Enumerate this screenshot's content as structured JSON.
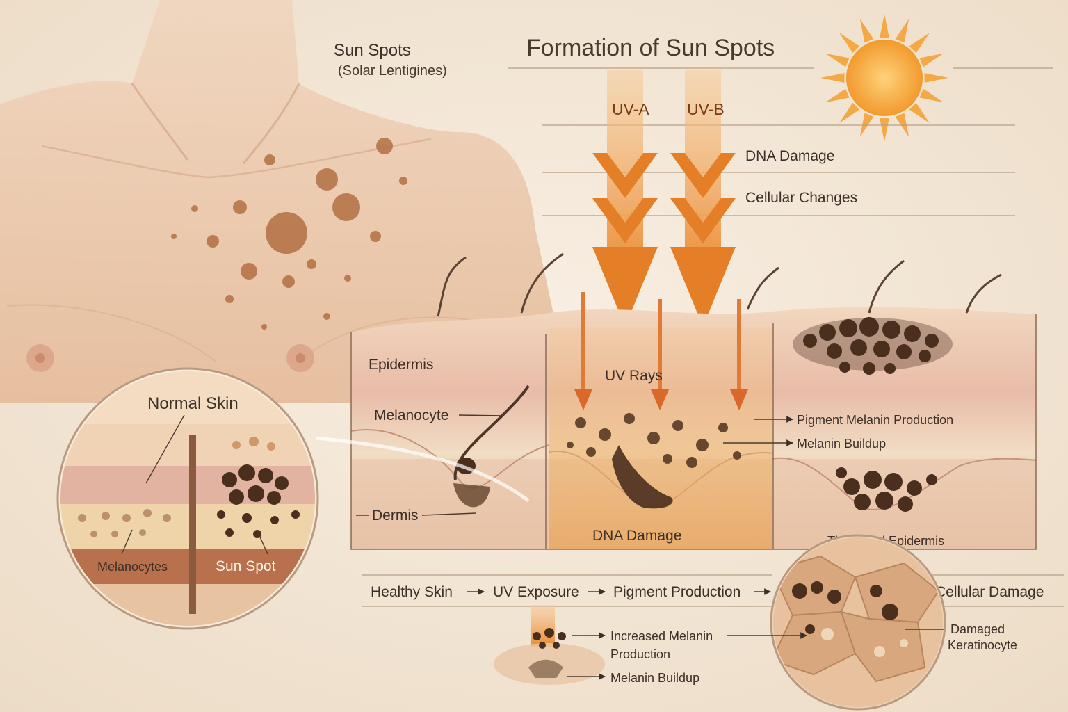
{
  "torso": {
    "title": "Sun Spots",
    "subtitle": "(Solar Lentigines)"
  },
  "main_title": "Formation of Sun Spots",
  "uv": {
    "uva_label": "UV-A",
    "uvb_label": "UV-B",
    "step_dna_damage": "DNA Damage",
    "step_cellular_changes": "Cellular Changes"
  },
  "cross_section": {
    "epidermis": "Epidermis",
    "melanocyte": "Melanocyte",
    "dermis": "Dermis",
    "uv_rays": "UV Rays",
    "dna_damage": "DNA Damage",
    "pigment_melanin_production": "Pigment Melanin Production",
    "melanin_buildup": "Melanin Buildup",
    "thickened_epidermis": "Thickened Epidermis"
  },
  "inset_normal": {
    "title": "Normal Skin",
    "melanocytes": "Melanocytes",
    "sun_spot": "Sun Spot"
  },
  "process_flow": {
    "steps": [
      "Healthy Skin",
      "UV Exposure",
      "Pigment Production"
    ],
    "end": "Cellular Damage"
  },
  "bottom_detail": {
    "increased_line1": "Increased Melanin",
    "increased_line2": "Production",
    "melanin_buildup": "Melanin Buildup"
  },
  "cell_inset": {
    "damaged_line1": "Damaged",
    "damaged_line2": "Keratinocyte"
  },
  "colors": {
    "background": "#f3e7d6",
    "skin": "#e9c2a2",
    "uv_arrow": "#e8892f",
    "melanin": "#4a2f1f",
    "sun": "#f6a83a"
  }
}
